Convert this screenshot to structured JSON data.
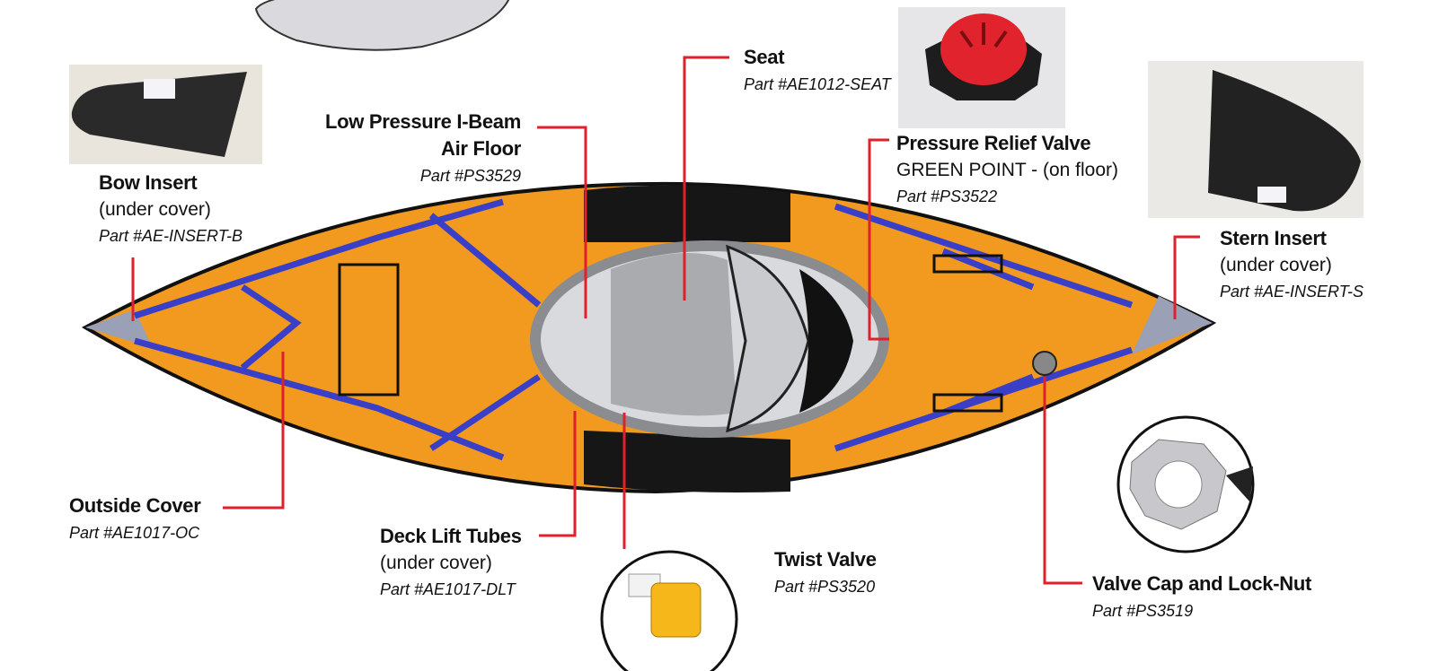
{
  "labels": {
    "seat": {
      "title": "Seat",
      "part": "Part #AE1012-SEAT"
    },
    "air_floor": {
      "title_line1": "Low Pressure I-Beam",
      "title_line2": "Air Floor",
      "part": "Part #PS3529"
    },
    "bow_insert": {
      "title": "Bow Insert",
      "note": "(under cover)",
      "part": "Part #AE-INSERT-B"
    },
    "pressure_relief": {
      "title": "Pressure Relief Valve",
      "note": "GREEN POINT - (on floor)",
      "part": "Part #PS3522"
    },
    "stern_insert": {
      "title": "Stern Insert",
      "note": "(under cover)",
      "part": "Part #AE-INSERT-S"
    },
    "outside_cover": {
      "title": "Outside Cover",
      "part": "Part #AE1017-OC"
    },
    "deck_lift_tubes": {
      "title": "Deck Lift Tubes",
      "note": "(under cover)",
      "part": "Part #AE1017-DLT"
    },
    "twist_valve": {
      "title": "Twist Valve",
      "part": "Part #PS3520"
    },
    "valve_cap": {
      "title": "Valve Cap and Lock-Nut",
      "part": "Part #PS3519"
    }
  },
  "colors": {
    "leader": "#e0202a",
    "hull": "#f39a1e",
    "stripe": "#3a3fc8",
    "deck": "#161616"
  }
}
